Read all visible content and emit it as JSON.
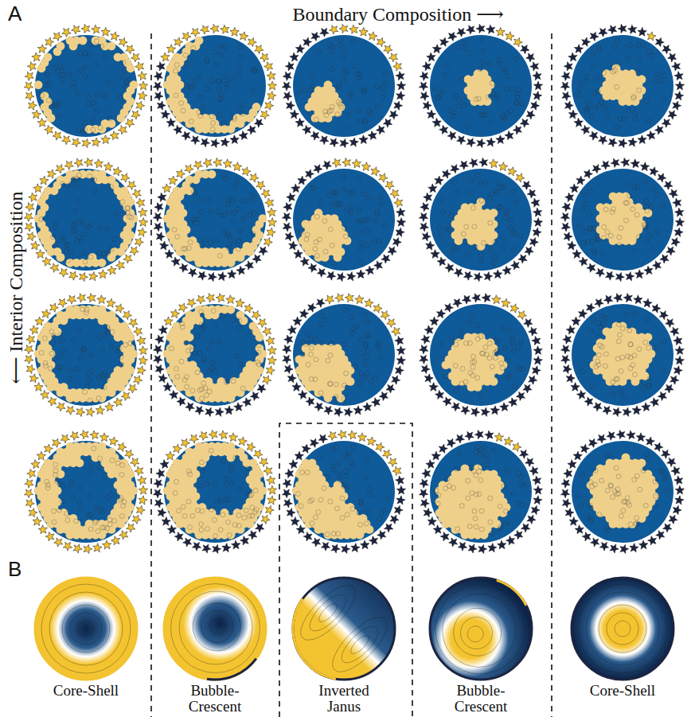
{
  "diagram": {
    "labels": [
      "A",
      "Boundary Composition ⟶",
      "⟵ Interior Composition",
      "B",
      "Core-Shell",
      "Bubble- Crescent",
      "Inverted Janus",
      "Bubble- Crescent",
      "Core-Shell"
    ]
  }
}
